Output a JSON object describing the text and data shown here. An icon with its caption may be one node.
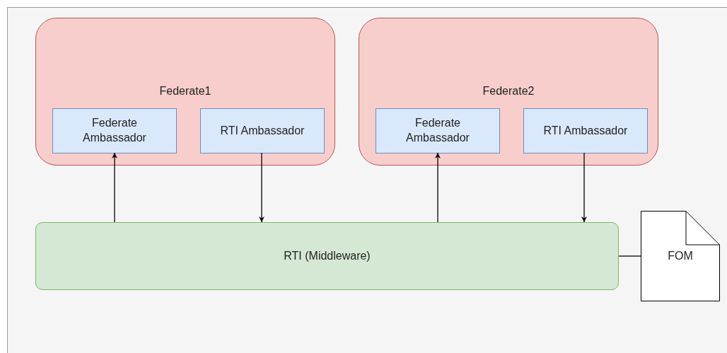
{
  "diagram": {
    "nodes": [
      {
        "text": [
          "Federate1"
        ]
      },
      {
        "text": [
          "Federate Ambassador"
        ],
        "in": 0
      },
      {
        "text": [
          "RTI Ambassador"
        ],
        "in": 0
      },
      {
        "text": [
          "Federate2"
        ]
      },
      {
        "text": [
          "Federate Ambassador"
        ],
        "in": 3
      },
      {
        "text": [
          "RTI Ambassador"
        ],
        "in": 3
      },
      {
        "text": [
          "RTI (Middleware)"
        ]
      },
      {
        "text": [
          "FOM"
        ]
      }
    ],
    "edges": [
      {
        "from": 6,
        "to": 1,
        "arrow": "to"
      },
      {
        "from": 2,
        "to": 6,
        "arrow": "to"
      },
      {
        "from": 6,
        "to": 4,
        "arrow": "to"
      },
      {
        "from": 5,
        "to": 6,
        "arrow": "to"
      },
      {
        "from": 6,
        "to": 7,
        "arrow": "none"
      }
    ]
  }
}
